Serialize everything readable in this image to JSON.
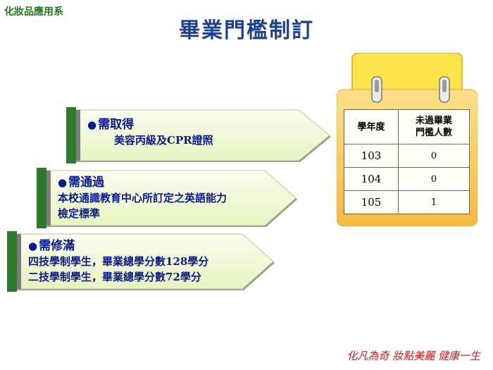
{
  "header": {
    "department": "化妝品應用系",
    "title": "畢業門檻制訂"
  },
  "requirements": [
    {
      "heading": "需取得",
      "lines": [
        "美容丙級及CPR證照"
      ]
    },
    {
      "heading": "需通過",
      "lines": [
        "本校通識教育中心所訂定之英語能力",
        "檢定標準"
      ]
    },
    {
      "heading": "需修滿",
      "lines": [
        "四技學制學生，畢業總學分數128學分",
        "二技學制學生，畢業總學分數72學分"
      ]
    }
  ],
  "table": {
    "col1": "學年度",
    "col2_line1": "未過畢業",
    "col2_line2": "門檻人數",
    "rows": [
      {
        "year": "103",
        "count": "0"
      },
      {
        "year": "104",
        "count": "0"
      },
      {
        "year": "105",
        "count": "1"
      }
    ]
  },
  "footer": {
    "slogan": "化凡為奇 妝點美麗 健康一生"
  },
  "colors": {
    "title": "#1f3f8f",
    "text": "#0b1a8a",
    "arrow_fill": "#eef7cf",
    "calendar": "#f7c651",
    "slogan": "#d2191e"
  }
}
